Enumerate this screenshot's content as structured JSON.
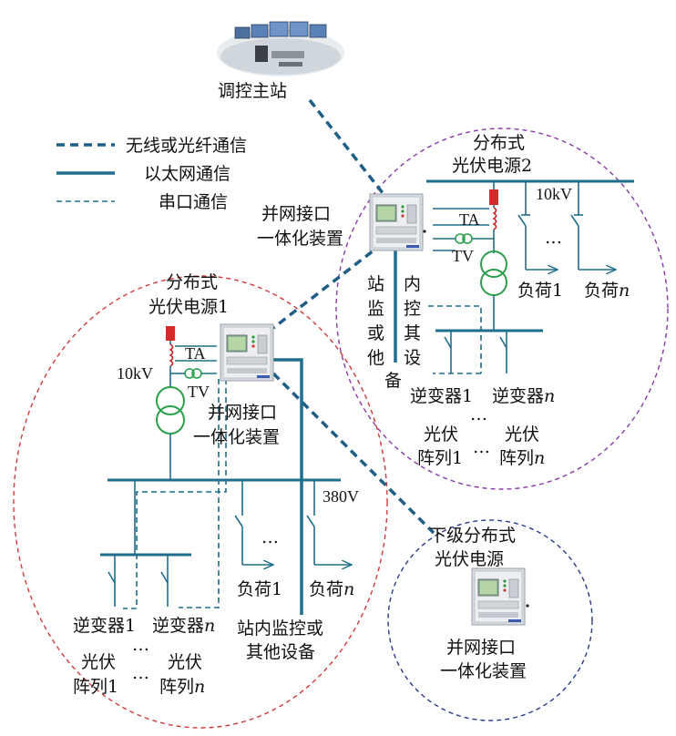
{
  "station": {
    "label": "调控主站"
  },
  "legend": {
    "wireless": "无线或光纤通信",
    "ethernet": "以太网通信",
    "serial": "串口通信"
  },
  "pv2": {
    "title_1": "分布式",
    "title_2": "光伏电源2",
    "device_1": "并网接口",
    "device_2": "一体化装置",
    "voltage": "10kV",
    "ta": "TA",
    "tv": "TV",
    "load1": "负荷1",
    "loadn_prefix": "负荷",
    "loadn_n": "n",
    "dots": "…",
    "monitor_col1": [
      "站",
      "监",
      "或",
      "他"
    ],
    "monitor_col2": [
      "内",
      "控",
      "其",
      "设",
      "备"
    ],
    "inverter1": "逆变器1",
    "invertern_prefix": "逆变器",
    "invertern_n": "n",
    "array1_1": "光伏",
    "array1_2": "阵列1",
    "arrayn_1": "光伏",
    "arrayn_2_prefix": "阵列",
    "arrayn_n": "n"
  },
  "pv1": {
    "title_1": "分布式",
    "title_2": "光伏电源1",
    "device_1": "并网接口",
    "device_2": "一体化装置",
    "voltage_hv": "10kV",
    "voltage_lv": "380V",
    "ta": "TA",
    "tv": "TV",
    "load1": "负荷1",
    "loadn_prefix": "负荷",
    "loadn_n": "n",
    "dots": "…",
    "inverter1": "逆变器1",
    "invertern_prefix": "逆变器",
    "invertern_n": "n",
    "array1_1": "光伏",
    "array1_2": "阵列1",
    "arrayn_1": "光伏",
    "arrayn_2_prefix": "阵列",
    "arrayn_n": "n",
    "monitor_1": "站内监控或",
    "monitor_2": "其他设备"
  },
  "sub": {
    "title_1": "下级分布式",
    "title_2": "光伏电源",
    "device_1": "并网接口",
    "device_2": "一体化装置"
  },
  "colors": {
    "bus": "#1f6e8c",
    "transformer": "#2aa04a",
    "breaker": "#d42a2a",
    "ellipse_pv1": "#d43a3a",
    "ellipse_pv2": "#8a3aa8",
    "ellipse_sub": "#2a3a8a"
  }
}
